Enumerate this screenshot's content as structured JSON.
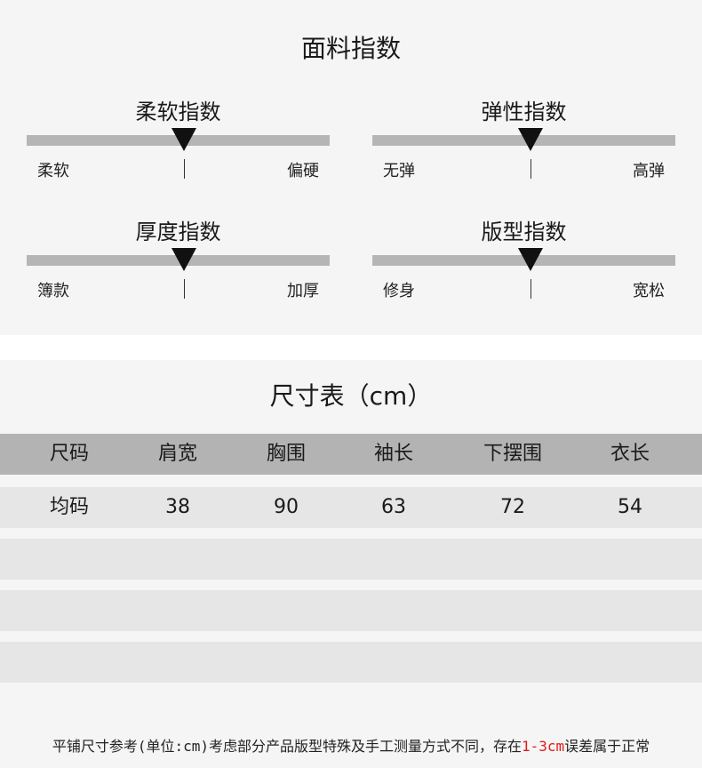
{
  "fabric": {
    "title": "面料指数",
    "indices": [
      {
        "name": "柔软指数",
        "left": "柔软",
        "right": "偏硬",
        "level": 0.52
      },
      {
        "name": "弹性指数",
        "left": "无弹",
        "right": "高弹",
        "level": 0.52
      },
      {
        "name": "厚度指数",
        "left": "簿款",
        "right": "加厚",
        "level": 0.52
      },
      {
        "name": "版型指数",
        "left": "修身",
        "right": "宽松",
        "level": 0.52
      }
    ]
  },
  "size_table": {
    "title": "尺寸表（cm）",
    "headers": [
      "尺码",
      "肩宽",
      "胸围",
      "袖长",
      "下摆围",
      "衣长"
    ],
    "rows": [
      [
        "均码",
        "38",
        "90",
        "63",
        "72",
        "54"
      ]
    ],
    "empty_rows": 3
  },
  "note": {
    "before": "平铺尺寸参考(单位:cm)考虑部分产品版型特殊及手工测量方式不同，存在",
    "highlight": "1-3cm",
    "after": "误差属于正常",
    "highlight_color": "#e01b1b"
  }
}
